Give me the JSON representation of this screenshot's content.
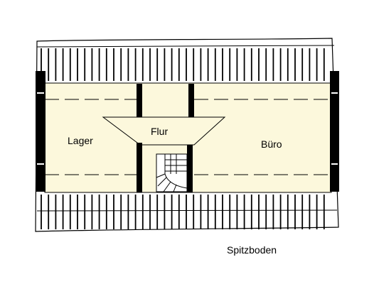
{
  "plan": {
    "caption": "Spitzboden",
    "rooms": {
      "lager": "Lager",
      "flur": "Flur",
      "buero": "Büro"
    }
  },
  "colors": {
    "floor": "#FCF8DC",
    "wall": "#000000",
    "roof_lines": "#000000",
    "background": "#FFFFFF"
  }
}
